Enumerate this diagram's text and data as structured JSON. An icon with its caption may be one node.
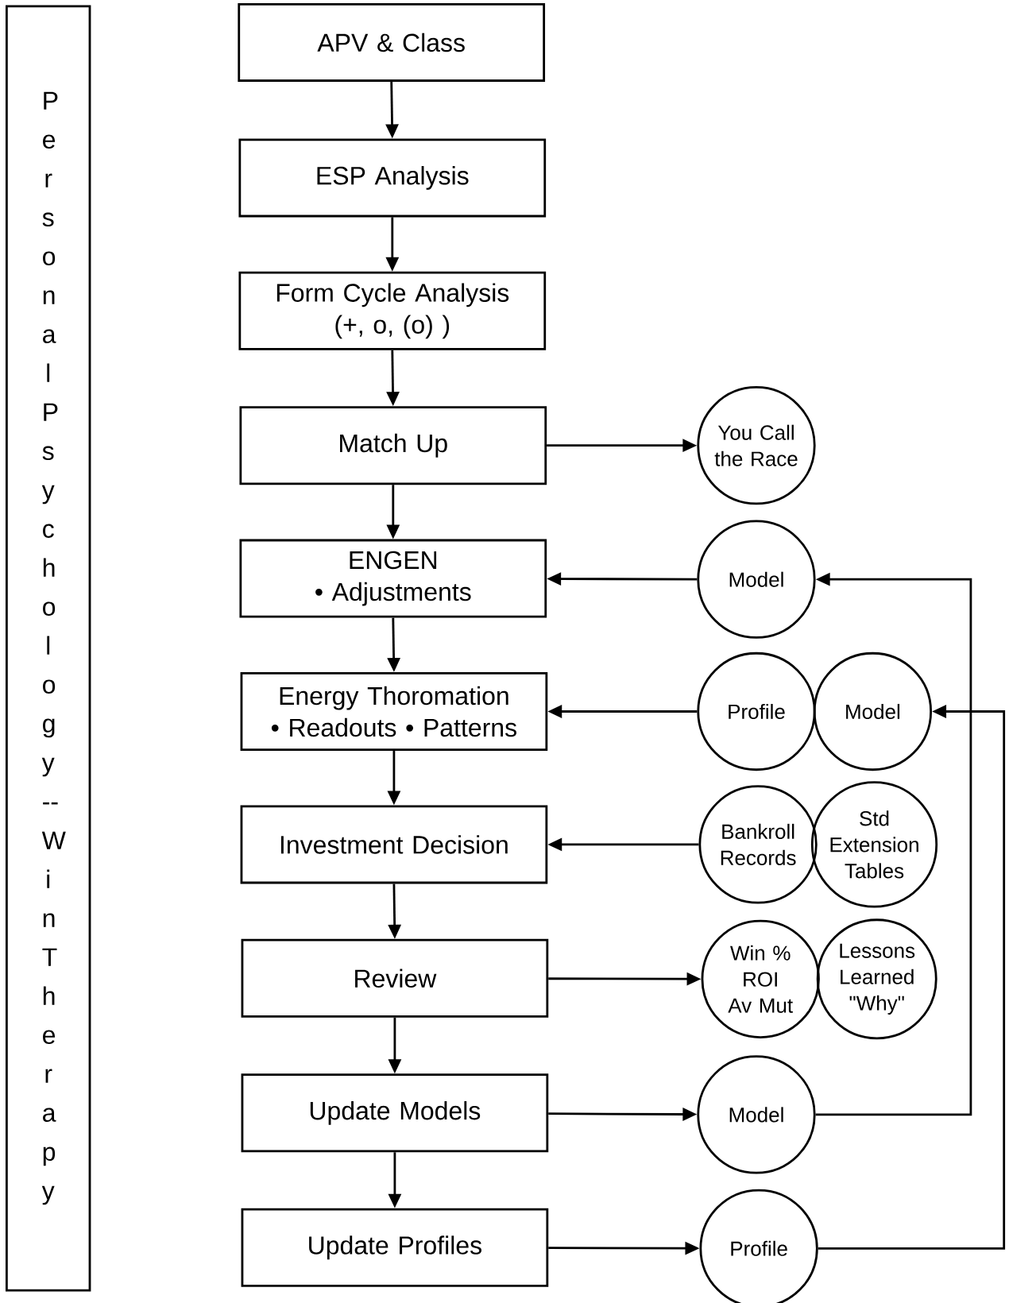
{
  "diagram": {
    "nodes": [
      {
        "text": [
          "Personal Psychology -- Win Therapy"
        ]
      },
      {
        "text": [
          "APV & Class"
        ]
      },
      {
        "text": [
          "ESP Analysis"
        ]
      },
      {
        "text": [
          "Form Cycle Analysis",
          "(+, o, (o) )"
        ]
      },
      {
        "text": [
          "Match Up"
        ]
      },
      {
        "text": [
          "ENGEN",
          "• Adjustments"
        ]
      },
      {
        "text": [
          "Energy Thoromation",
          "• Readouts • Patterns"
        ]
      },
      {
        "text": [
          "Investment Decision"
        ]
      },
      {
        "text": [
          "Review"
        ]
      },
      {
        "text": [
          "Update Models"
        ]
      },
      {
        "text": [
          "Update Profiles"
        ]
      },
      {
        "text": [
          "You Call the Race"
        ]
      },
      {
        "text": [
          "Model"
        ]
      },
      {
        "text": [
          "Profile"
        ]
      },
      {
        "text": [
          "Model"
        ]
      },
      {
        "text": [
          "Bankroll Records"
        ]
      },
      {
        "text": [
          "Std Extension Tables"
        ]
      },
      {
        "text": [
          "Win % ROI Av Mut"
        ]
      },
      {
        "text": [
          "Lessons Learned \"Why\""
        ]
      },
      {
        "text": [
          "Model"
        ]
      },
      {
        "text": [
          "Profile"
        ]
      }
    ],
    "edges": [
      {
        "from": 1,
        "to": 2,
        "arrow": "to"
      },
      {
        "from": 2,
        "to": 3,
        "arrow": "to"
      },
      {
        "from": 3,
        "to": 4,
        "arrow": "to"
      },
      {
        "from": 4,
        "to": 5,
        "arrow": "to"
      },
      {
        "from": 5,
        "to": 6,
        "arrow": "to"
      },
      {
        "from": 6,
        "to": 7,
        "arrow": "to"
      },
      {
        "from": 7,
        "to": 8,
        "arrow": "to"
      },
      {
        "from": 8,
        "to": 9,
        "arrow": "to"
      },
      {
        "from": 9,
        "to": 10,
        "arrow": "to"
      },
      {
        "from": 4,
        "to": 11,
        "arrow": "to"
      },
      {
        "from": 12,
        "to": 5,
        "arrow": "to"
      },
      {
        "from": 13,
        "to": 6,
        "arrow": "to"
      },
      {
        "from": 15,
        "to": 7,
        "arrow": "to"
      },
      {
        "from": 8,
        "to": 17,
        "arrow": "to"
      },
      {
        "from": 9,
        "to": 19,
        "arrow": "to"
      },
      {
        "from": 10,
        "to": 20,
        "arrow": "to"
      },
      {
        "from": 19,
        "to": 12,
        "arrow": "to"
      },
      {
        "from": 20,
        "to": 14,
        "arrow": "to"
      }
    ]
  }
}
